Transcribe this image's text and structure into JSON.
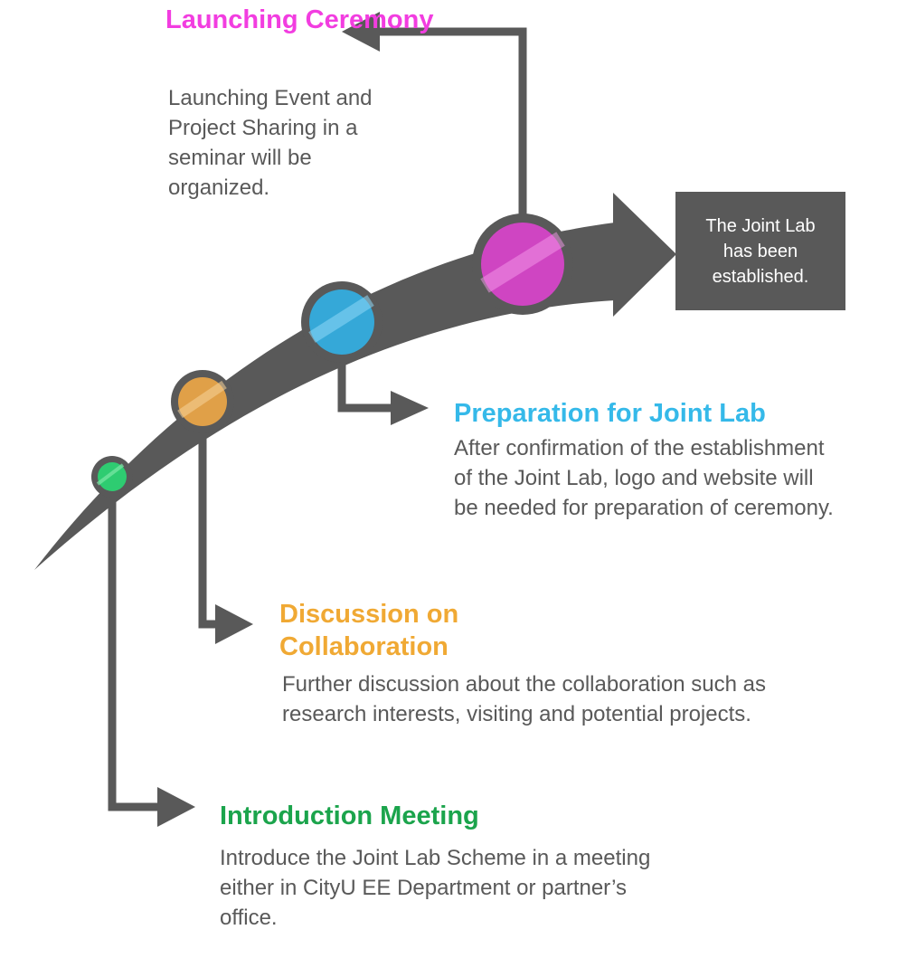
{
  "stages": {
    "launch": {
      "title": "Launching Ceremony",
      "description": "Launching Event and Project Sharing in a seminar will be organized.",
      "color": "#F23DE0"
    },
    "prep": {
      "title": "Preparation for Joint Lab",
      "description": "After confirmation of the establishment of the Joint Lab, logo and website will be needed for preparation of ceremony.",
      "color": "#35B9E9"
    },
    "disc": {
      "title": "Discussion on Collaboration",
      "description": "Further discussion about the collaboration such as research interests, visiting and potential projects.",
      "color": "#F0A934"
    },
    "intro": {
      "title": "Introduction Meeting",
      "description": "Introduce the Joint Lab Scheme in a meeting either in CityU EE Department or partner’s office.",
      "color": "#1BA44C"
    }
  },
  "result": {
    "text": "The Joint Lab has been established."
  },
  "colors": {
    "connector": "#595959",
    "text": "#595959",
    "result_box": "#595959"
  }
}
